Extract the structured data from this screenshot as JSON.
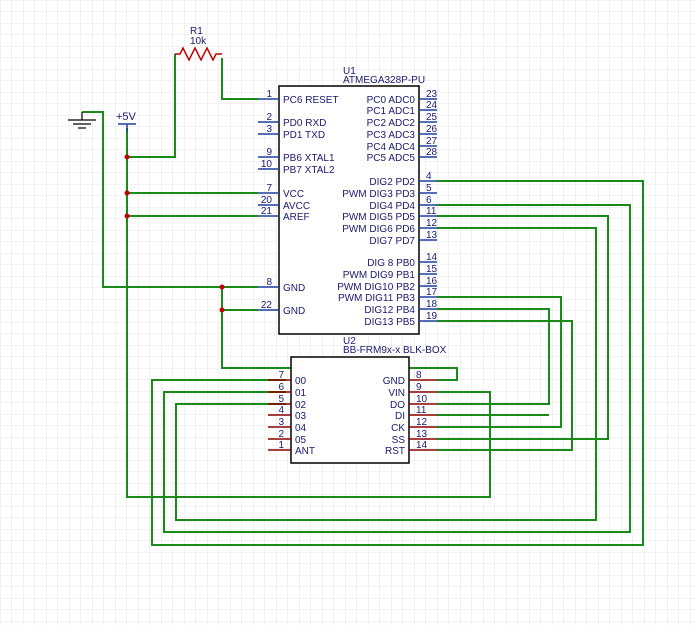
{
  "colors": {
    "wire": "#1a8a1a",
    "body": "#000000",
    "text": "#1a1a6e",
    "pin_u1": "#1e3fa0",
    "pin_u2": "#8b0000",
    "grid": "#e6e6e6",
    "junction": "#c00000"
  },
  "r1": {
    "ref": "R1",
    "value": "10k"
  },
  "power": {
    "label": "+5V"
  },
  "u1": {
    "ref": "U1",
    "value": "ATMEGA328P-PU",
    "left": [
      {
        "num": "1",
        "name": "PC6 RESET"
      },
      {
        "num": "2",
        "name": "PD0 RXD"
      },
      {
        "num": "3",
        "name": "PD1 TXD"
      },
      {
        "num": "9",
        "name": "PB6 XTAL1"
      },
      {
        "num": "10",
        "name": "PB7 XTAL2"
      },
      {
        "num": "7",
        "name": "VCC"
      },
      {
        "num": "20",
        "name": "AVCC"
      },
      {
        "num": "21",
        "name": "AREF"
      },
      {
        "num": "8",
        "name": "GND"
      },
      {
        "num": "22",
        "name": "GND"
      }
    ],
    "right": [
      {
        "num": "23",
        "name": "PC0 ADC0"
      },
      {
        "num": "24",
        "name": "PC1 ADC1"
      },
      {
        "num": "25",
        "name": "PC2 ADC2"
      },
      {
        "num": "26",
        "name": "PC3 ADC3"
      },
      {
        "num": "27",
        "name": "PC4 ADC4"
      },
      {
        "num": "28",
        "name": "PC5 ADC5"
      },
      {
        "num": "4",
        "name": "DIG2 PD2"
      },
      {
        "num": "5",
        "name": "PWM DIG3 PD3"
      },
      {
        "num": "6",
        "name": "DIG4 PD4"
      },
      {
        "num": "11",
        "name": "PWM DIG5 PD5"
      },
      {
        "num": "12",
        "name": "PWM DIG6 PD6"
      },
      {
        "num": "13",
        "name": "DIG7 PD7"
      },
      {
        "num": "14",
        "name": "DIG 8 PB0"
      },
      {
        "num": "15",
        "name": "PWM DIG9 PB1"
      },
      {
        "num": "16",
        "name": "PWM DIG10 PB2"
      },
      {
        "num": "17",
        "name": "PWM DIG11 PB3"
      },
      {
        "num": "18",
        "name": "DIG12 PB4"
      },
      {
        "num": "19",
        "name": "DIG13 PB5"
      }
    ]
  },
  "u2": {
    "ref": "U2",
    "value": "BB-FRM9x-x BLK-BOX",
    "left": [
      {
        "num": "7",
        "name": "00"
      },
      {
        "num": "6",
        "name": "01"
      },
      {
        "num": "5",
        "name": "02"
      },
      {
        "num": "4",
        "name": "03"
      },
      {
        "num": "3",
        "name": "04"
      },
      {
        "num": "2",
        "name": "05"
      },
      {
        "num": "1",
        "name": "ANT"
      }
    ],
    "right": [
      {
        "num": "8",
        "name": "GND"
      },
      {
        "num": "9",
        "name": "VIN"
      },
      {
        "num": "10",
        "name": "DO"
      },
      {
        "num": "11",
        "name": "DI"
      },
      {
        "num": "12",
        "name": "CK"
      },
      {
        "num": "13",
        "name": "SS"
      },
      {
        "num": "14",
        "name": "RST"
      }
    ]
  }
}
